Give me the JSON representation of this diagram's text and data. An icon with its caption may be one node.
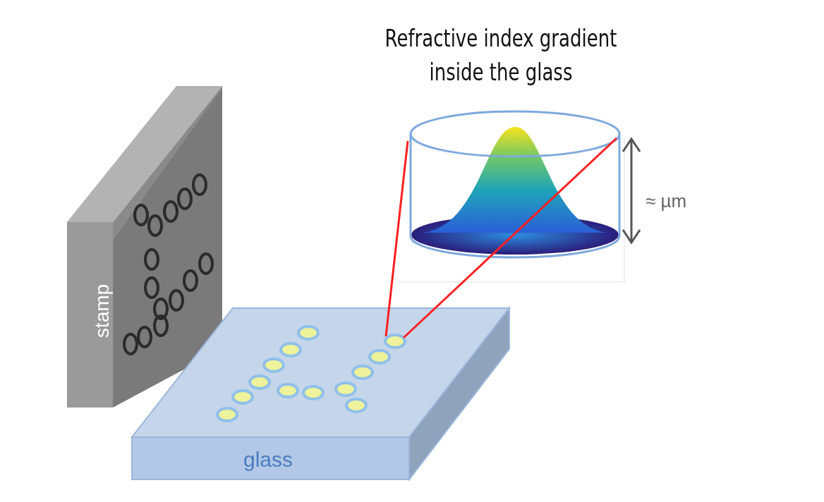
{
  "diagram": {
    "nodes": [
      {
        "text": [
          "stamp"
        ]
      },
      {
        "text": [
          "glass"
        ]
      },
      {
        "text": [],
        "shape": "circle",
        "in": 1
      },
      {
        "text": [
          "Refractive index gradient inside the glass"
        ]
      }
    ],
    "edges": [
      {
        "from": 2,
        "to": 3,
        "arrow": "none"
      },
      {
        "from": 2,
        "to": 3,
        "arrow": "none"
      }
    ],
    "labels": [
      "≈ µm"
    ]
  }
}
